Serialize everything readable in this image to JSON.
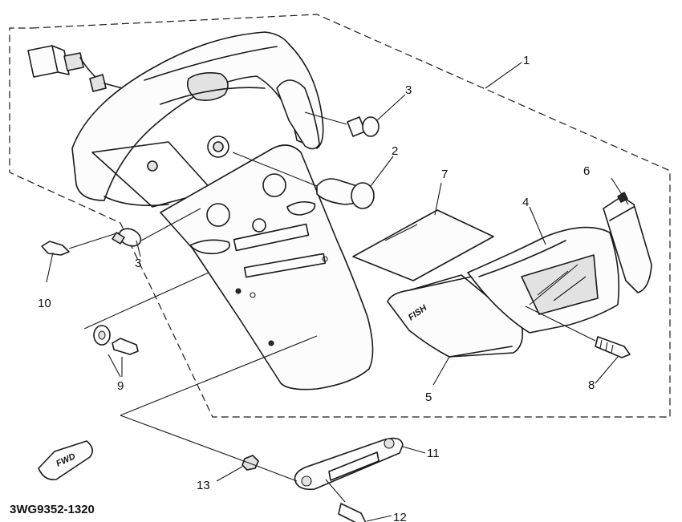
{
  "diagram": {
    "callouts": [
      "1",
      "2",
      "3",
      "3",
      "4",
      "5",
      "6",
      "7",
      "8",
      "9",
      "10",
      "11",
      "12",
      "13"
    ],
    "fwd_label": "FWD",
    "part_code": "3WG9352-1320"
  },
  "colors": {
    "line": "#1a1a1a",
    "background": "#ffffff"
  }
}
